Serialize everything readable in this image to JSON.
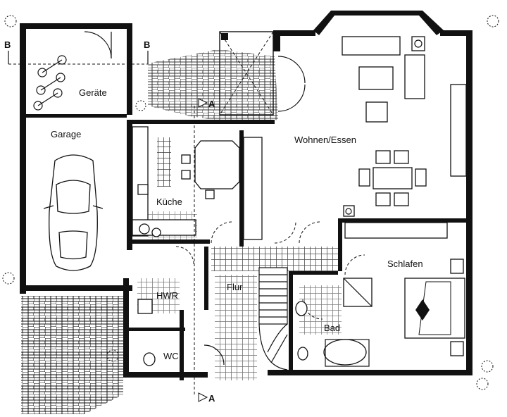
{
  "rooms": {
    "geraete": "Geräte",
    "garage": "Garage",
    "kueche": "Küche",
    "wohnen_essen": "Wohnen/Essen",
    "schlafen": "Schlafen",
    "hwr": "HWR",
    "flur": "Flur",
    "bad": "Bad",
    "wc": "WC"
  },
  "section_markers": {
    "b_left": "B",
    "b_right": "B",
    "a_top": "A",
    "a_bottom": "A"
  },
  "icons": [
    "car-icon",
    "bicycle-icon",
    "stair-icon",
    "bathtub-icon",
    "toilet-icon",
    "bed-icon",
    "sofa-icon",
    "dining-table-icon"
  ],
  "watermark": "",
  "colors": {
    "ink": "#111111",
    "paper": "#ffffff"
  }
}
